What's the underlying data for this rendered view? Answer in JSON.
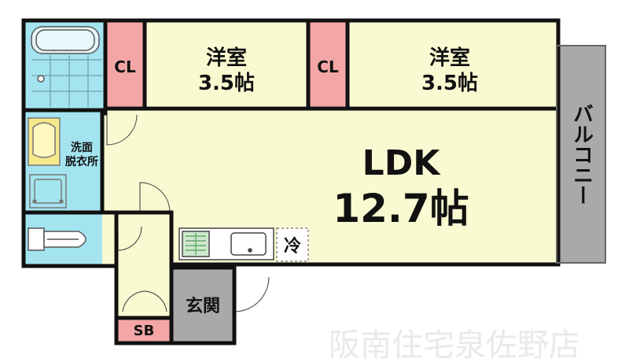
{
  "rooms": {
    "western_room_left": {
      "name": "洋室",
      "size": "3.5帖"
    },
    "western_room_right": {
      "name": "洋室",
      "size": "3.5帖"
    },
    "closet_left": "CL",
    "closet_right": "CL",
    "ldk": {
      "name": "LDK",
      "size": "12.7帖"
    },
    "balcony": "バルコニー",
    "washroom_line1": "洗面",
    "washroom_line2": "脱衣所",
    "entrance": "玄関",
    "shoe_box": "SB",
    "fridge": "冷"
  },
  "watermark": "阪南住宅泉佐野店",
  "colors": {
    "western": "#fafad2",
    "ldk": "#fafad2",
    "closet": "#f4a6a6",
    "wet_area": "#a4e4f0",
    "entrance": "#a9a9a9",
    "balcony": "#a9a9a9",
    "shoe_box": "#f4a6a6",
    "wall": "#111111"
  }
}
